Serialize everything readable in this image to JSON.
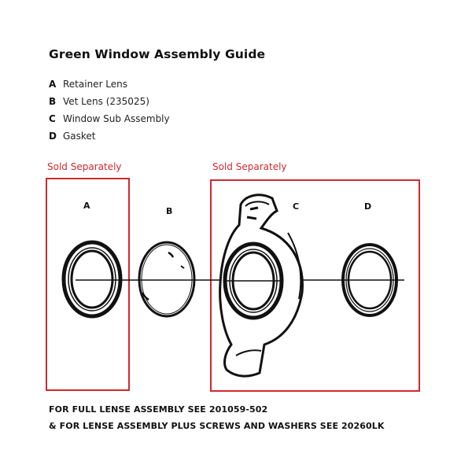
{
  "title": "Green Window Assembly Guide",
  "legend": [
    {
      "key": "A",
      "label": "Retainer Lens"
    },
    {
      "key": "B",
      "label": "Vet Lens (235025)"
    },
    {
      "key": "C",
      "label": "Window Sub Assembly"
    },
    {
      "key": "D",
      "label": "Gasket"
    }
  ],
  "sold_separately_left": "Sold Separately",
  "sold_separately_right": "Sold Separately",
  "part_labels": {
    "a": "A",
    "b": "B",
    "c": "C",
    "d": "D"
  },
  "footer": {
    "line1": "FOR FULL LENSE ASSEMBLY SEE 201059-502",
    "line2": "& FOR LENSE ASSEMBLY PLUS SCREWS AND WASHERS SEE  20260LK"
  },
  "colors": {
    "accent": "#d0292e",
    "ink": "#111111"
  }
}
